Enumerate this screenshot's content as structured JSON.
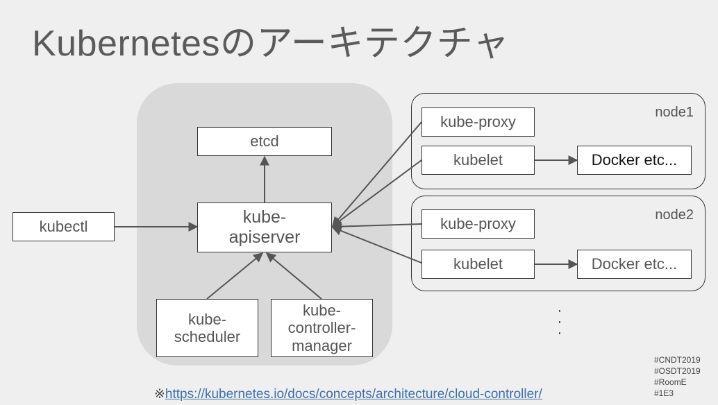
{
  "title": "Kubernetesのアーキテクチャ",
  "control_plane": {
    "etcd": "etcd",
    "apiserver": "kube-\napiserver",
    "scheduler": "kube-\nscheduler",
    "controller_manager": "kube-\ncontroller-\nmanager"
  },
  "kubectl": "kubectl",
  "nodes": [
    {
      "label": "node1",
      "proxy": "kube-proxy",
      "kubelet": "kubelet",
      "runtime": "Docker etc..."
    },
    {
      "label": "node2",
      "proxy": "kube-proxy",
      "kubelet": "kubelet",
      "runtime": "Docker etc..."
    }
  ],
  "ellipsis": "·\n·\n·",
  "hashtags": "#CNDT2019\n#OSDT2019\n#RoomE\n#1E3",
  "footnote": {
    "mark": "※",
    "link": "https://kubernetes.io/docs/concepts/architecture/cloud-controller/"
  }
}
